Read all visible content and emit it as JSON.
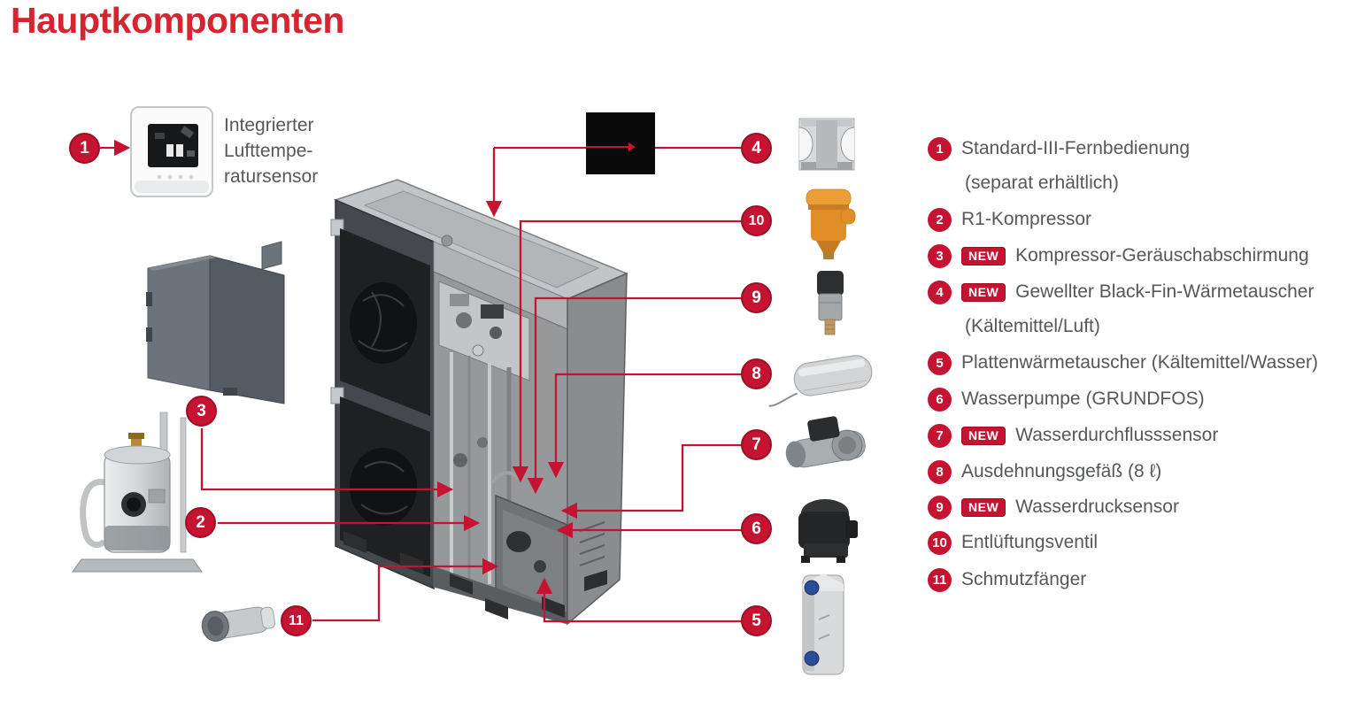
{
  "title": "Hauptkomponenten",
  "colors": {
    "accent_red": "#c41432",
    "title_red": "#d52531",
    "text_gray": "#55575b"
  },
  "new_badge": "NEW",
  "device_label": {
    "line1": "Integrierter",
    "line2": "Lufttempe-",
    "line3": "ratursensor"
  },
  "legend": {
    "items": [
      {
        "num": "1",
        "new": false,
        "text": "Standard-III-Fernbedienung",
        "cont": "(separat erhältlich)"
      },
      {
        "num": "2",
        "new": false,
        "text": "R1-Kompressor"
      },
      {
        "num": "3",
        "new": true,
        "text": "Kompressor-Geräuschabschirmung"
      },
      {
        "num": "4",
        "new": true,
        "text": "Gewellter Black-Fin-Wärmetauscher",
        "cont": "(Kältemittel/Luft)"
      },
      {
        "num": "5",
        "new": false,
        "text": "Plattenwärmetauscher (Kältemittel/Wasser)"
      },
      {
        "num": "6",
        "new": false,
        "text": "Wasserpumpe (GRUNDFOS)"
      },
      {
        "num": "7",
        "new": true,
        "text": "Wasserdurchflusssensor"
      },
      {
        "num": "8",
        "new": false,
        "text": "Ausdehnungsgefäß (8 ℓ)"
      },
      {
        "num": "9",
        "new": true,
        "text": "Wasserdrucksensor"
      },
      {
        "num": "10",
        "new": false,
        "text": "Entlüftungsventil"
      },
      {
        "num": "11",
        "new": false,
        "text": "Schmutzfänger"
      }
    ]
  }
}
